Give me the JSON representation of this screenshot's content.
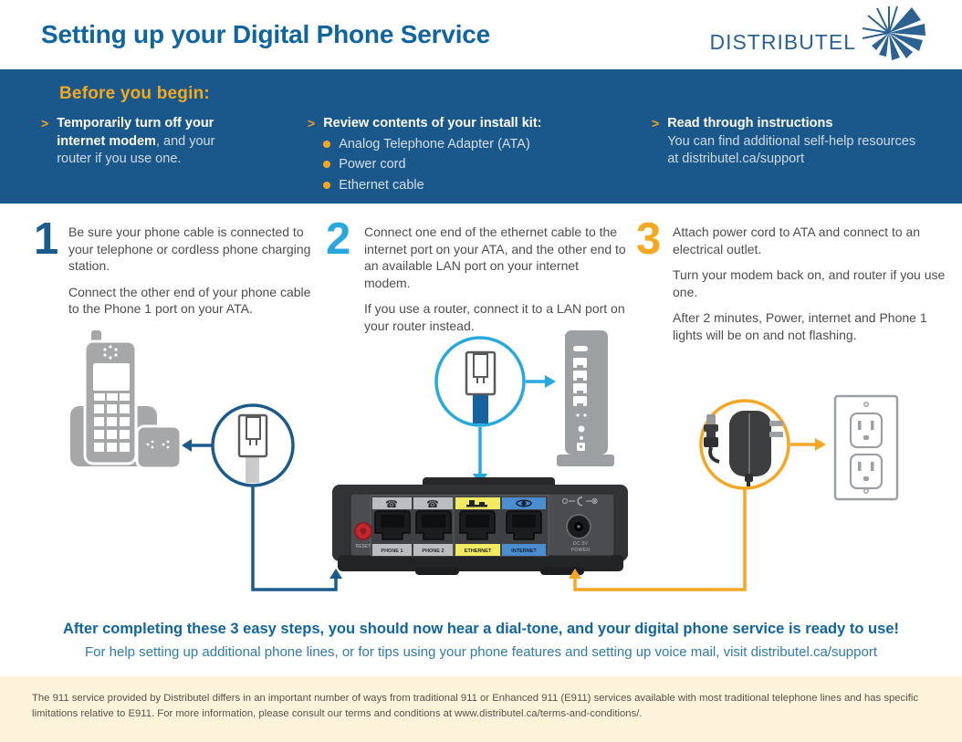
{
  "header": {
    "title": "Setting up your Digital Phone Service",
    "logo_text": "DISTRIBUTEL"
  },
  "before_you_begin": {
    "heading": "Before you begin:",
    "marker": ">",
    "item1": {
      "bold": "Temporarily turn off your internet modem",
      "rest": ", and your router if you use one."
    },
    "item2": {
      "bold": "Review contents of your install kit:",
      "bullets": [
        "Analog Telephone Adapter (ATA)",
        "Power cord",
        "Ethernet cable"
      ]
    },
    "item3": {
      "bold": "Read through instructions",
      "rest": "You can find additional self-help resources at distributel.ca/support"
    }
  },
  "steps": [
    {
      "number": "1",
      "p1": "Be sure your phone cable is connected to your telephone or cordless phone charging station.",
      "p2": "Connect the other end of your phone cable to the Phone 1 port on your ATA."
    },
    {
      "number": "2",
      "p1": "Connect one end of the ethernet cable to the internet port on your ATA, and the other end to an available LAN port on your internet modem.",
      "p2": "If you use a router, connect it to a LAN port on your router instead."
    },
    {
      "number": "3",
      "p1": "Attach power cord to ATA and connect to an electrical outlet.",
      "p2": "Turn your modem back on, and router if you use one.",
      "p3": "After 2 minutes, Power, internet and Phone 1 lights will be on and not flashing."
    }
  ],
  "ata_labels": {
    "reset": "RESET",
    "phone1": "PHONE 1",
    "phone2": "PHONE 2",
    "ethernet": "ETHERNET",
    "internet": "INTERNET",
    "power_line1": "DC 5V",
    "power_line2": "POWER"
  },
  "completion": {
    "headline": "After completing these 3 easy steps, you should now hear a dial-tone, and your digital phone service is ready to use!",
    "subline": "For help setting up additional phone lines, or for tips using your phone features and setting up voice mail, visit distributel.ca/support"
  },
  "footer": {
    "disclaimer": "The 911 service provided by Distributel differs in an important number of ways from traditional 911 or Enhanced 911 (E911) services available with most traditional telephone lines and has specific limitations relative to E911. For more information, please consult our terms and conditions at www.distributel.ca/terms-and-conditions/."
  },
  "colors": {
    "brand_blue": "#1064a0",
    "banner_blue": "#1a588c",
    "accent_yellow": "#f5a623",
    "light_blue": "#29a8e0",
    "dark_blue_line": "#1b5a8c",
    "body_gray": "#4d4d4f",
    "footer_bg": "#fcf3da",
    "device_gray": "#a6a7a9",
    "ethernet_tab_yellow": "#f2ea60",
    "internet_tab_blue": "#4a8ed0"
  }
}
